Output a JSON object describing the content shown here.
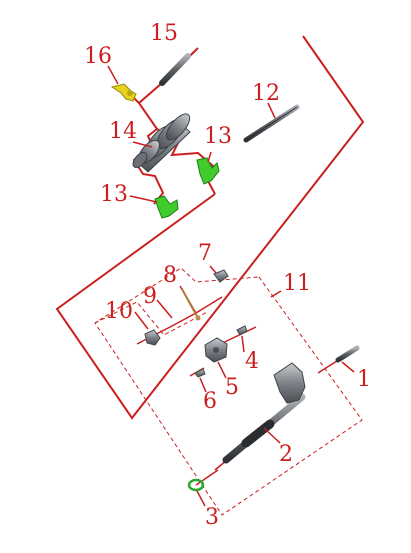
{
  "callouts": [
    {
      "key": "c1",
      "label": "1"
    },
    {
      "key": "c2",
      "label": "2"
    },
    {
      "key": "c3",
      "label": "3"
    },
    {
      "key": "c4",
      "label": "4"
    },
    {
      "key": "c5",
      "label": "5"
    },
    {
      "key": "c6",
      "label": "6"
    },
    {
      "key": "c7",
      "label": "7"
    },
    {
      "key": "c8",
      "label": "8"
    },
    {
      "key": "c9",
      "label": "9"
    },
    {
      "key": "c10",
      "label": "10"
    },
    {
      "key": "c11",
      "label": "11"
    },
    {
      "key": "c12",
      "label": "12"
    },
    {
      "key": "c13a",
      "label": "13"
    },
    {
      "key": "c13b",
      "label": "13"
    },
    {
      "key": "c14",
      "label": "14"
    },
    {
      "key": "c15",
      "label": "15"
    },
    {
      "key": "c16",
      "label": "16"
    }
  ],
  "colors": {
    "leader": "#cc1e1e",
    "part_metal": "#8c9096",
    "part_dark": "#55595e",
    "fork_green": "#3fcc2c",
    "arm_yellow": "#e6d21c",
    "oring_green": "#2aa833"
  }
}
